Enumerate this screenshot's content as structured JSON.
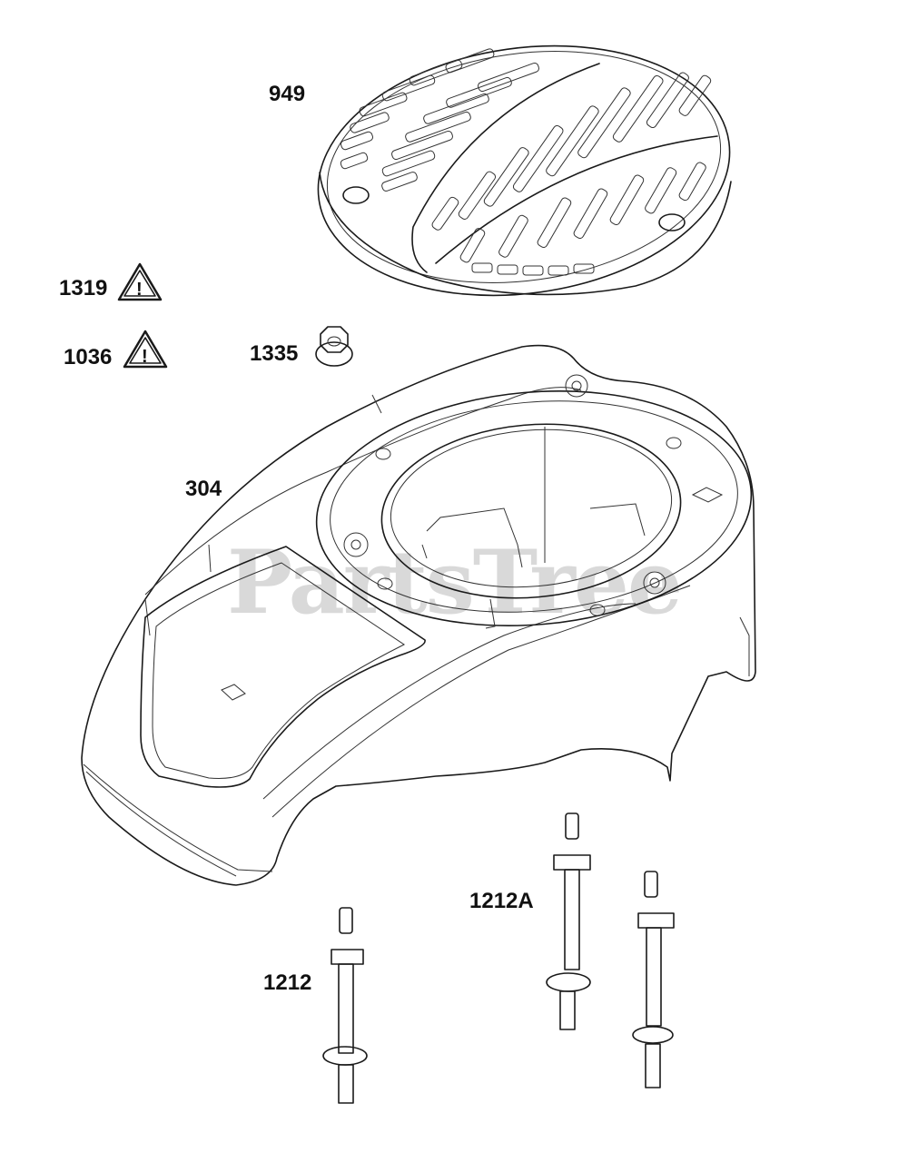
{
  "watermark": "PartsTree",
  "callouts": {
    "grille": "949",
    "warning_a": "1319",
    "warning_b": "1036",
    "nut": "1335",
    "shroud": "304",
    "stud_a": "1212A",
    "stud_b": "1212"
  },
  "warning_glyph": "!"
}
